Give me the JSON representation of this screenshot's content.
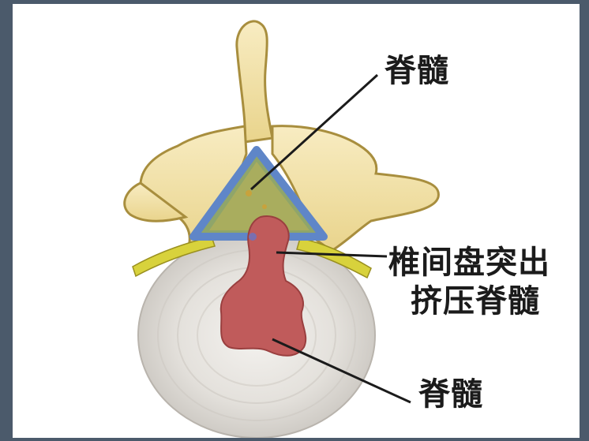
{
  "labels": {
    "top": "脊髓",
    "disc_line1": "椎间盘突出",
    "disc_line2": "挤压脊髓",
    "bottom": "脊髓"
  },
  "colors": {
    "frame": "#4b5a6b",
    "bone": "#f3e2a6",
    "bone_outline": "#a88e3e",
    "canal": "#6f86a5",
    "disc": "#dedad5",
    "herniation": "#c05b5b",
    "ligament": "#d8d23c"
  }
}
